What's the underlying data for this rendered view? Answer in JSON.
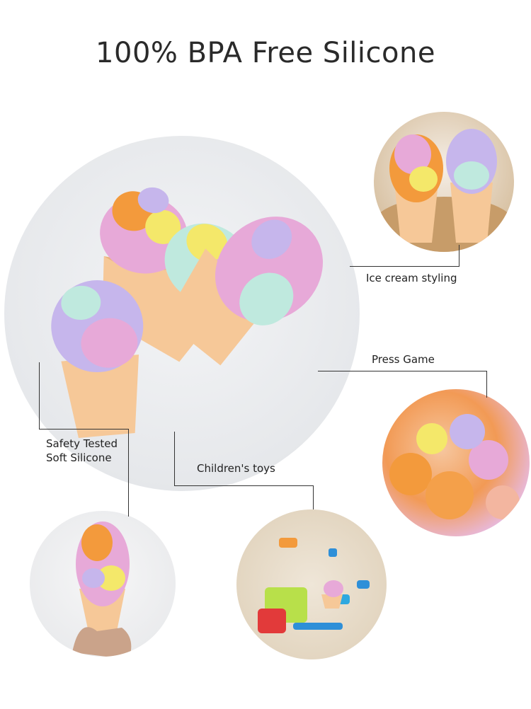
{
  "title": "100% BPA Free Silicone",
  "callouts": {
    "ice_cream_styling": "Ice cream styling",
    "press_game": "Press Game",
    "safety_line1": "Safety Tested",
    "safety_line2": "Soft Silicone",
    "childrens_toys": "Children's toys"
  },
  "colors": {
    "cone": "#f6c898",
    "cone_dark": "#eab380",
    "pink": "#e7a9d8",
    "lavender": "#c6b6ec",
    "mint": "#bfe9de",
    "yellow": "#f4e86a",
    "orange": "#f39a3c",
    "line": "#333333"
  }
}
